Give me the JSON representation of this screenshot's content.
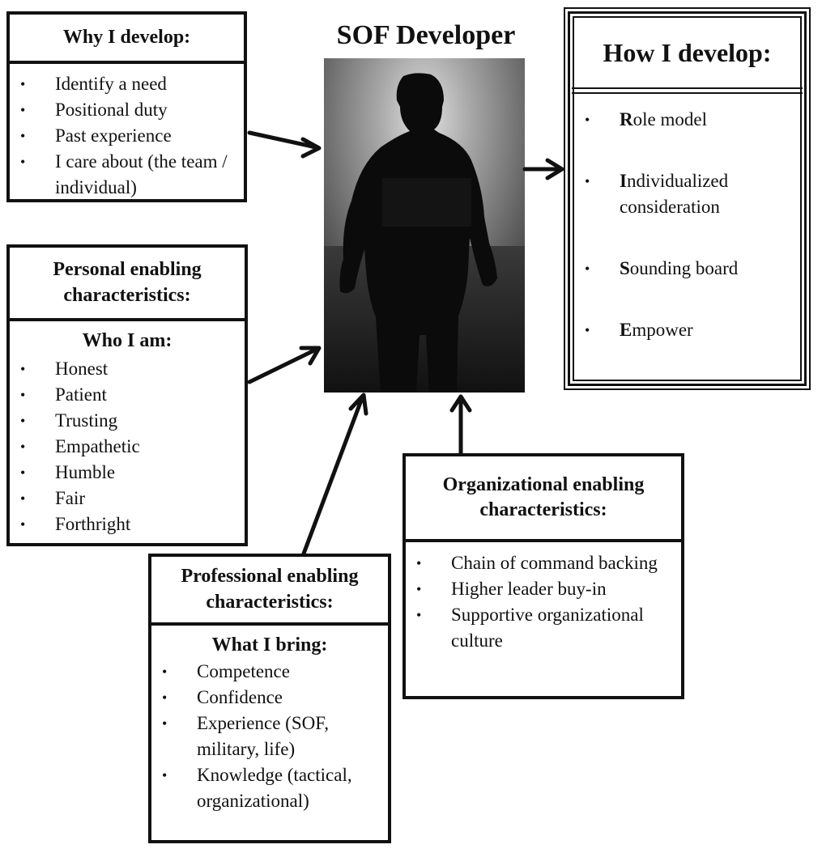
{
  "title": "SOF  Developer",
  "why": {
    "heading": "Why I develop:",
    "items": [
      "Identify a need",
      "Positional duty",
      "Past experience",
      "I care about (the team / individual)"
    ]
  },
  "personal": {
    "heading": "Personal enabling characteristics:",
    "subheading": "Who I am:",
    "items": [
      "Honest",
      "Patient",
      "Trusting",
      "Empathetic",
      "Humble",
      "Fair",
      "Forthright"
    ]
  },
  "professional": {
    "heading": "Professional enabling characteristics:",
    "subheading": "What I bring:",
    "items": [
      "Competence",
      "Confidence",
      "Experience (SOF, military, life)",
      "Knowledge (tactical, organizational)"
    ]
  },
  "organizational": {
    "heading": "Organizational enabling characteristics:",
    "items": [
      "Chain of command backing",
      "Higher leader buy-in",
      "Supportive organizational culture"
    ]
  },
  "how": {
    "heading": "How I develop:",
    "items": [
      {
        "initial": "R",
        "rest": "ole model"
      },
      {
        "initial": "I",
        "rest": "ndividualized consideration"
      },
      {
        "initial": "S",
        "rest": "ounding board"
      },
      {
        "initial": "E",
        "rest": "mpower"
      }
    ]
  },
  "colors": {
    "ink": "#111111",
    "background": "#ffffff"
  }
}
